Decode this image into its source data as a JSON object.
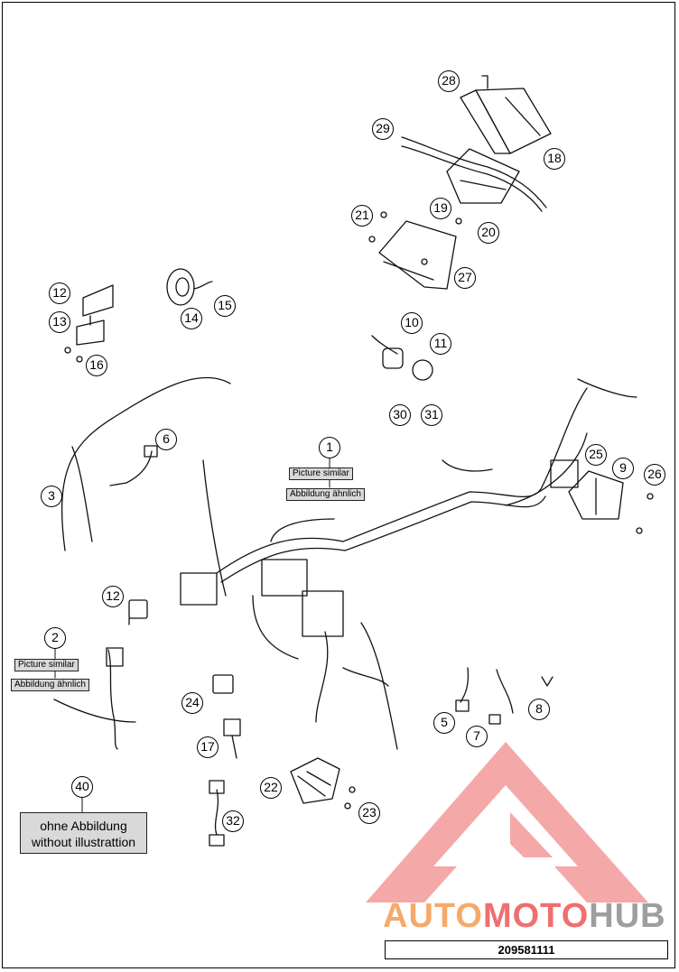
{
  "callouts": [
    {
      "label": "28"
    },
    {
      "label": "29"
    },
    {
      "label": "18"
    },
    {
      "label": "21"
    },
    {
      "label": "19"
    },
    {
      "label": "20"
    },
    {
      "label": "27"
    },
    {
      "label": "12"
    },
    {
      "label": "13"
    },
    {
      "label": "16"
    },
    {
      "label": "14"
    },
    {
      "label": "15"
    },
    {
      "label": "10"
    },
    {
      "label": "11"
    },
    {
      "label": "30"
    },
    {
      "label": "31"
    },
    {
      "label": "1"
    },
    {
      "label": "6"
    },
    {
      "label": "3"
    },
    {
      "label": "25"
    },
    {
      "label": "9"
    },
    {
      "label": "26"
    },
    {
      "label": "12"
    },
    {
      "label": "2"
    },
    {
      "label": "24"
    },
    {
      "label": "17"
    },
    {
      "label": "5"
    },
    {
      "label": "7"
    },
    {
      "label": "8"
    },
    {
      "label": "40"
    },
    {
      "label": "22"
    },
    {
      "label": "23"
    },
    {
      "label": "32"
    }
  ],
  "tag1": {
    "line1": "Picture similar",
    "line2": "Abbildung ähnlich"
  },
  "tag2": {
    "line1": "Picture similar",
    "line2": "Abbildung ähnlich"
  },
  "note40": {
    "line1": "ohne Abbildung",
    "line2": "without illustrattion"
  },
  "watermark": {
    "part1": "AUTO",
    "part2": "MOTO",
    "part3": "HUB"
  },
  "drawing_number": "209581111"
}
